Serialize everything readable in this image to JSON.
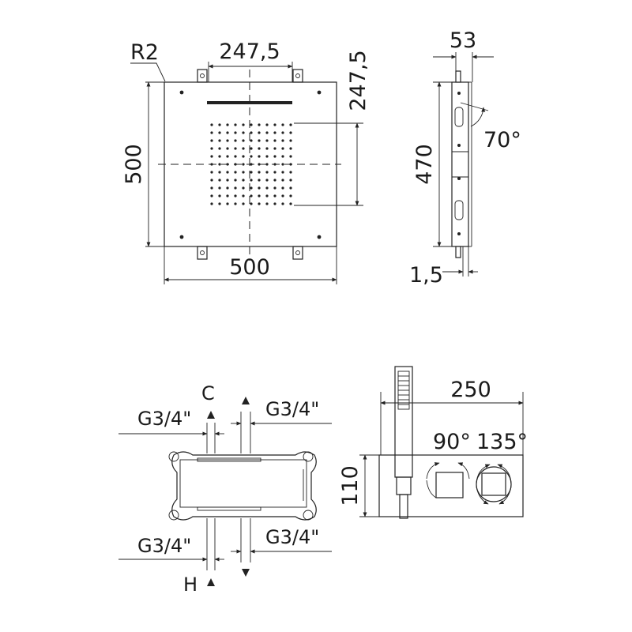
{
  "top_front_view": {
    "radius_label": "R2",
    "top_width": "247,5",
    "right_height": "247,5",
    "left_height": "500",
    "bottom_width": "500"
  },
  "top_side_view": {
    "depth": "53",
    "height": "470",
    "angle": "70°",
    "thickness": "1,5"
  },
  "bottom_connection_view": {
    "top_left_label": "G3/4\"",
    "top_right_label": "G3/4\"",
    "cold_label": "C",
    "bottom_left_label": "G3/4\"",
    "bottom_right_label": "G3/4\"",
    "hot_label": "H"
  },
  "bottom_control_view": {
    "width": "250",
    "height": "110",
    "angle_left": "90°",
    "angle_right": "135°"
  }
}
